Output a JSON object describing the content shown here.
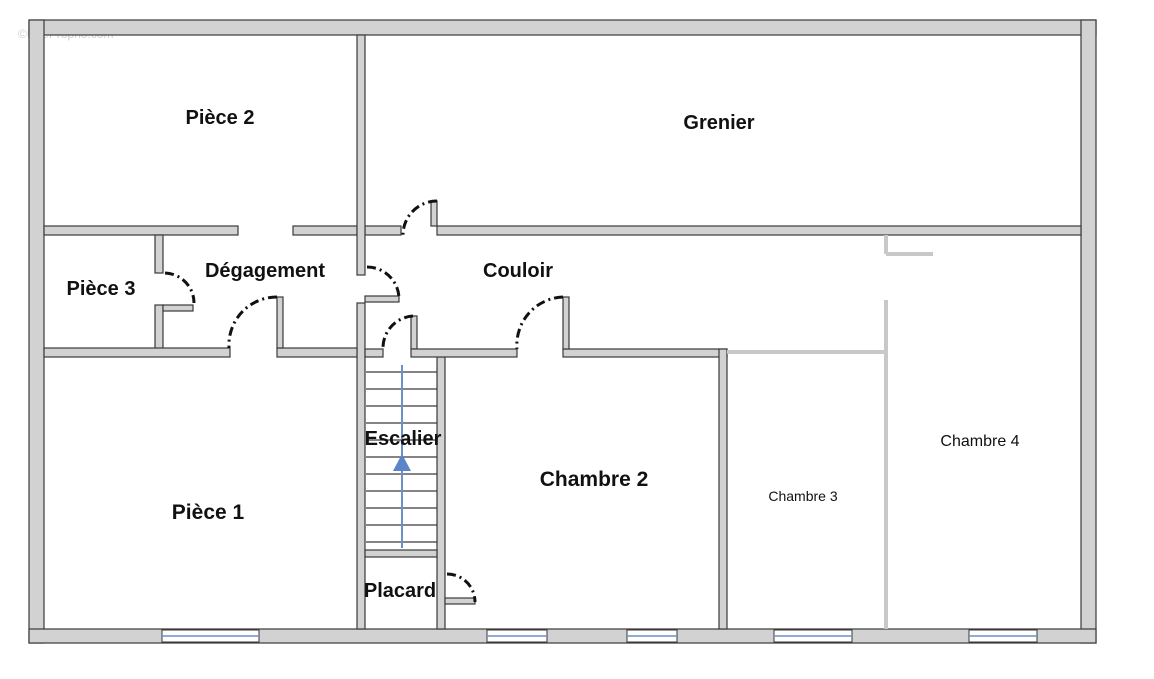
{
  "plan": {
    "watermark": "©EtreProprio.com",
    "rooms": {
      "grenier": "Grenier",
      "piece2": "Pièce 2",
      "piece3": "Pièce 3",
      "degagement": "Dégagement",
      "couloir": "Couloir",
      "piece1": "Pièce 1",
      "escalier": "Escalier",
      "placard": "Placard",
      "chambre2": "Chambre 2",
      "chambre3": "Chambre 3",
      "chambre4": "Chambre 4"
    }
  },
  "colors": {
    "wall_fill": "#d2d2d2",
    "wall_outline": "#3a3a3a",
    "stair_arrow": "#5b84c9"
  }
}
